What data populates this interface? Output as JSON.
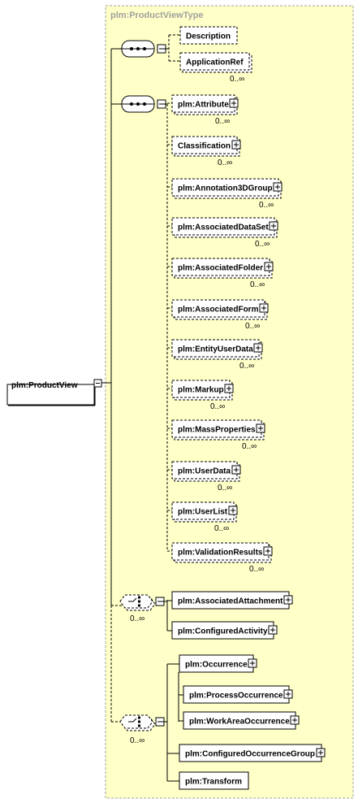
{
  "diagram": {
    "type_title": "plm:ProductViewType",
    "root": {
      "label": "plm:ProductView"
    },
    "seq1": {
      "elements": [
        {
          "label": "Description",
          "optional": true,
          "expand": false,
          "card": ""
        },
        {
          "label": "ApplicationRef",
          "optional": true,
          "expand": false,
          "card": "0..∞"
        }
      ]
    },
    "seq2": {
      "elements": [
        {
          "label": "plm:Attribute",
          "optional": true,
          "expand": true,
          "card": "0..∞"
        },
        {
          "label": "Classification",
          "optional": true,
          "expand": true,
          "card": "0..∞"
        },
        {
          "label": "plm:Annotation3DGroup",
          "optional": true,
          "expand": true,
          "card": "0..∞"
        },
        {
          "label": "plm:AssociatedDataSet",
          "optional": true,
          "expand": true,
          "card": "0..∞"
        },
        {
          "label": "plm:AssociatedFolder",
          "optional": true,
          "expand": true,
          "card": "0..∞"
        },
        {
          "label": "plm:AssociatedForm",
          "optional": true,
          "expand": true,
          "card": "0..∞"
        },
        {
          "label": "plm:EntityUserData",
          "optional": true,
          "expand": true,
          "card": "0..∞"
        },
        {
          "label": "plm:Markup",
          "optional": true,
          "expand": true,
          "card": "0..∞"
        },
        {
          "label": "plm:MassProperties",
          "optional": true,
          "expand": true,
          "card": "0..∞"
        },
        {
          "label": "plm:UserData",
          "optional": true,
          "expand": true,
          "card": "0..∞"
        },
        {
          "label": "plm:UserList",
          "optional": true,
          "expand": true,
          "card": "0..∞"
        },
        {
          "label": "plm:ValidationResults",
          "optional": true,
          "expand": true,
          "card": "0..∞"
        }
      ]
    },
    "choice1": {
      "card": "0..∞",
      "elements": [
        {
          "label": "plm:AssociatedAttachment",
          "optional": false,
          "expand": true
        },
        {
          "label": "plm:ConfiguredActivity",
          "optional": false,
          "expand": true
        }
      ]
    },
    "choice2": {
      "card": "0..∞",
      "elements": [
        {
          "label": "plm:Occurrence",
          "optional": false,
          "expand": true
        },
        {
          "label": "plm:ProcessOccurrence",
          "optional": false,
          "expand": true
        },
        {
          "label": "plm:WorkAreaOccurrence",
          "optional": false,
          "expand": true
        },
        {
          "label": "plm:ConfiguredOccurrenceGroup",
          "optional": false,
          "expand": true
        },
        {
          "label": "plm:Transform",
          "optional": false,
          "expand": false
        }
      ]
    },
    "colors": {
      "panel_fill": "#ffffc8",
      "panel_border": "#a0a0a0",
      "box_fill": "#ffffff",
      "line": "#000000"
    }
  }
}
